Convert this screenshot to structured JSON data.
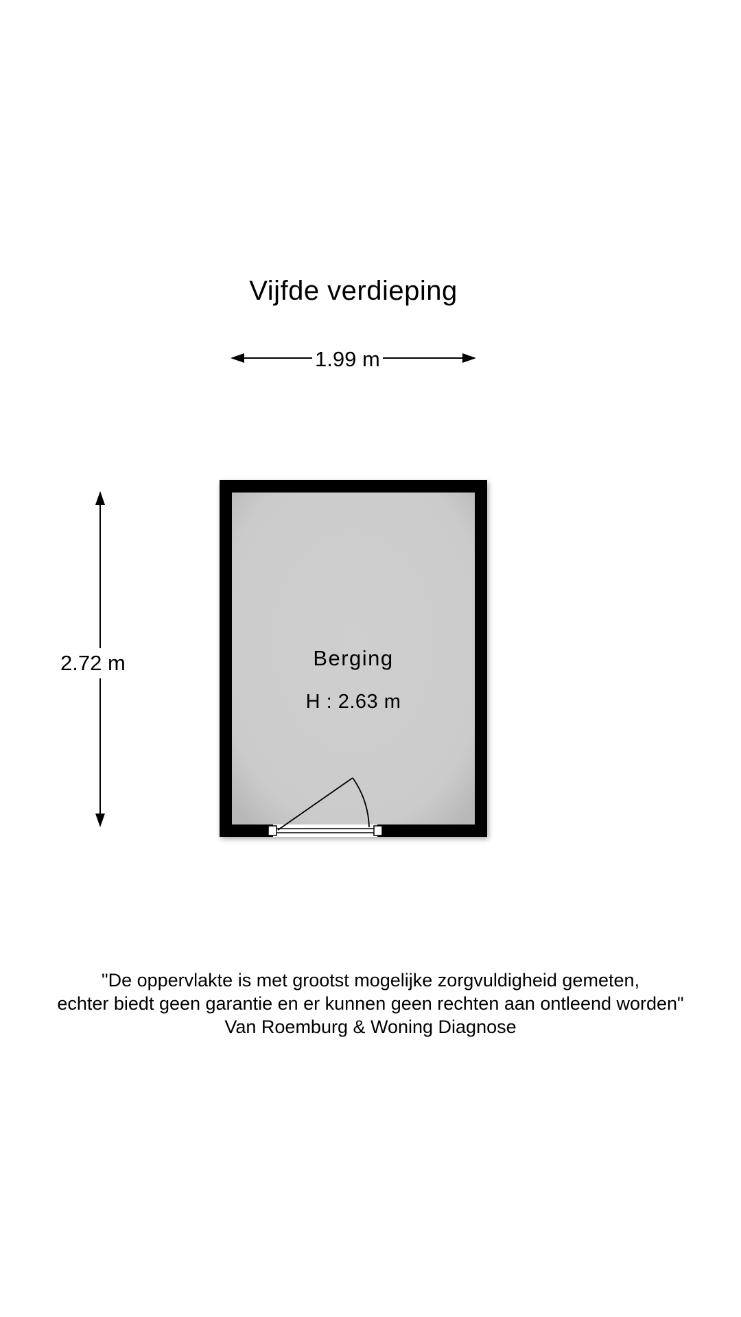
{
  "floor": {
    "title": "Vijfde verdieping"
  },
  "dimensions": {
    "width": "1.99 m",
    "height": "2.72 m"
  },
  "room": {
    "name": "Berging",
    "ceiling_height": "H : 2.63 m",
    "fill_color": "#cdcdcd",
    "wall_color": "#000000"
  },
  "disclaimer": {
    "line1": "\"De oppervlakte is met grootst mogelijke zorgvuldigheid gemeten,",
    "line2": "echter biedt geen garantie en er kunnen geen rechten aan ontleend worden\"",
    "credit": "Van Roemburg & Woning Diagnose"
  }
}
